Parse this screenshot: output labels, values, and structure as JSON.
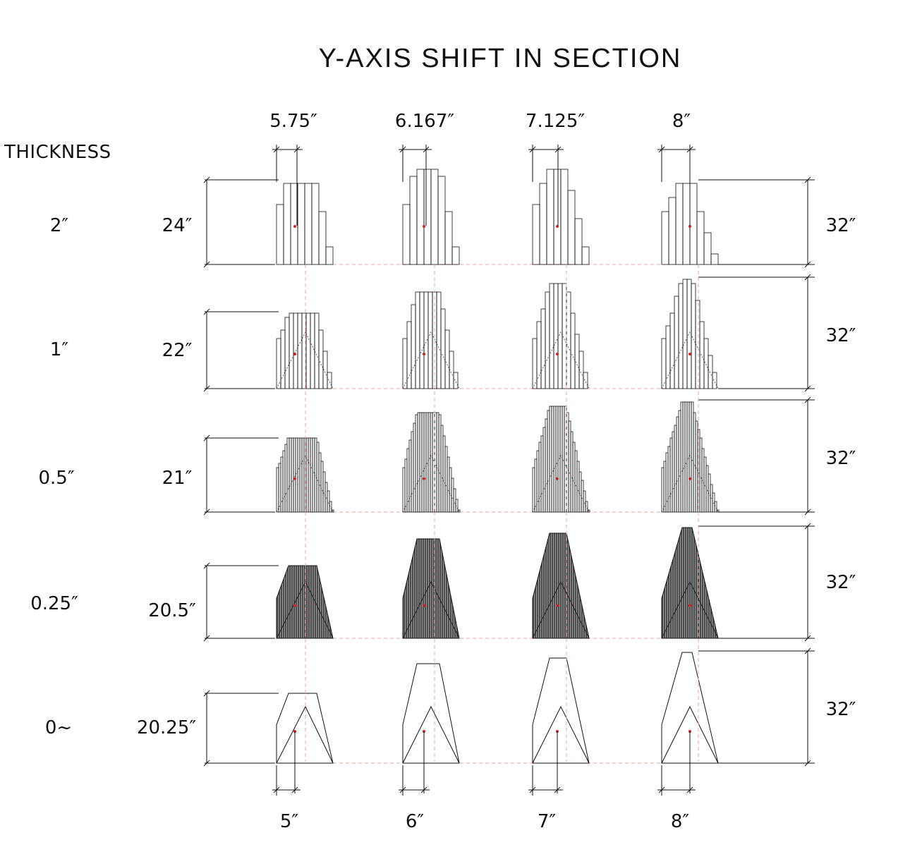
{
  "title": "Y-AXIS SHIFT IN SECTION",
  "thickness_header": "THICKNESS",
  "top_dimensions": [
    "5.75″",
    "6.167″",
    "7.125″",
    "8″"
  ],
  "bottom_dimensions": [
    "5″",
    "6″",
    "7″",
    "8″"
  ],
  "rows": [
    {
      "thickness": "2″",
      "left_height": "24″",
      "right_height": "32″",
      "fill": "sparse"
    },
    {
      "thickness": "1″",
      "left_height": "22″",
      "right_height": "32″",
      "fill": "medium"
    },
    {
      "thickness": "0.5″",
      "left_height": "21″",
      "right_height": "32″",
      "fill": "dense"
    },
    {
      "thickness": "0.25″",
      "left_height": "20.5″",
      "right_height": "32″",
      "fill": "solid"
    },
    {
      "thickness": "0~",
      "left_height": "20.25″",
      "right_height": "32″",
      "fill": "outline"
    }
  ],
  "colors": {
    "line": "#111111",
    "centroid": "#d32222",
    "guide": "#f0a0a0",
    "solid_fill": "#4a4a4a"
  }
}
